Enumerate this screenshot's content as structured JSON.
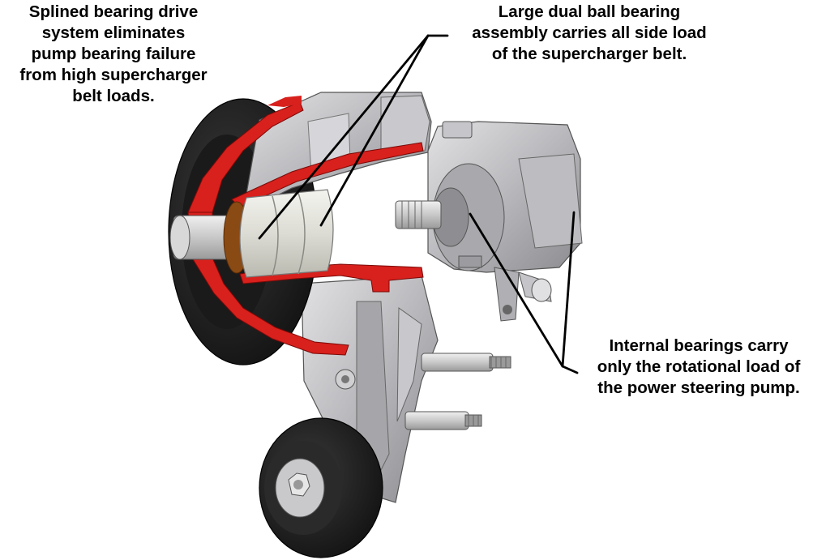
{
  "callouts": {
    "splined": {
      "lines": [
        "Splined bearing drive",
        "system eliminates",
        "pump bearing failure",
        "from high supercharger",
        "belt loads."
      ]
    },
    "dual_bearing": {
      "lines": [
        "Large dual ball bearing",
        "assembly carries all side load",
        "of the supercharger belt."
      ]
    },
    "internal": {
      "lines": [
        "Internal bearings carry",
        "only the rotational load of",
        "the power steering pump."
      ]
    }
  },
  "colors": {
    "text": "#000000",
    "background": "#ffffff",
    "cutaway_section": "#d8201c",
    "pulley_rubber": "#1c1c1c",
    "metal": "#b5b5b8",
    "bearing": "#dcdcd6"
  }
}
